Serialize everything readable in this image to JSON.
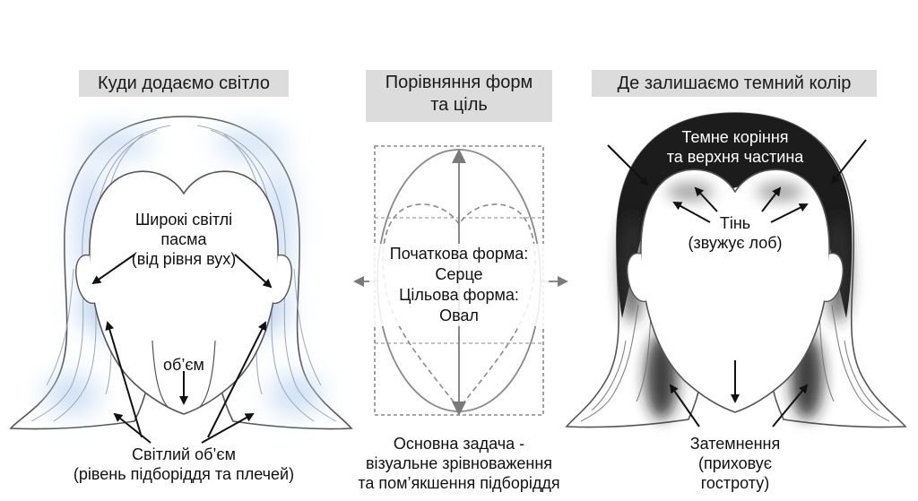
{
  "headers": {
    "left": "Куди додаємо світло",
    "center": [
      "Порівняння форм",
      "та ціль"
    ],
    "right": "Де залишаємо темний колір"
  },
  "left_labels": {
    "wide_strands": [
      "Широкі світлі",
      "пасма",
      "(від рівня вух)"
    ],
    "volume": "об’єм",
    "light_volume": [
      "Світлий об’єм",
      "(рівень підборіддя та плечей)"
    ]
  },
  "center_labels": {
    "initial": [
      "Початкова форма:",
      "Серце"
    ],
    "target": [
      "Цільова форма:",
      "Овал"
    ],
    "task": [
      "Основна задача -",
      "візуальне зрівноваження",
      "та пом’якшення підборіддя"
    ]
  },
  "right_labels": {
    "dark_roots": [
      "Темне коріння",
      "та верхня частина"
    ],
    "shadow": [
      "Тінь",
      "(звужує лоб)"
    ],
    "darkening": [
      "Затемнення",
      "(приховує",
      "гостроту)"
    ]
  },
  "colors": {
    "header_bg": "#dcdcdc",
    "light_highlight": "#a9c6ea",
    "dark_hair": "#1c1c1c",
    "guide_gray": "#8a8a8a"
  }
}
